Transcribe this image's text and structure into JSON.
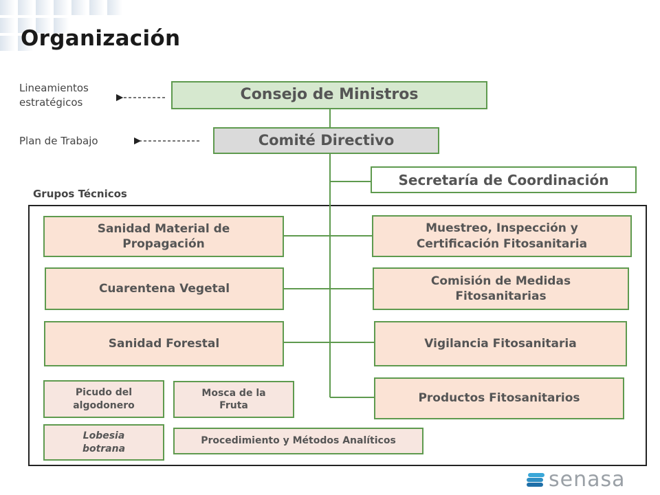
{
  "title": "Organización",
  "side_labels": {
    "lineamientos": "Lineamientos\nestratégicos",
    "plan": "Plan de Trabajo"
  },
  "groups_label": "Grupos Técnicos",
  "nodes": {
    "consejo": "Consejo de Ministros",
    "comite": "Comité Directivo",
    "secretaria": "Secretaría de Coordinación",
    "sanidad_material": "Sanidad Material de Propagación",
    "cuarentena": "Cuarentena Vegetal",
    "sanidad_forestal": "Sanidad Forestal",
    "picudo": "Picudo del algodonero",
    "mosca": "Mosca de la Fruta",
    "lobesia": "Lobesia botrana",
    "procedimiento": "Procedimiento y Métodos Analíticos",
    "muestreo": "Muestreo, Inspección y Certificación Fitosanitaria",
    "comision": "Comisión de Medidas Fitosanitarias",
    "vigilancia": "Vigilancia Fitosanitaria",
    "productos": "Productos Fitosanitarios"
  },
  "logo": {
    "text": "senasa",
    "icon": "senasa-logo-icon"
  },
  "colors": {
    "connector": "#5e9a4e",
    "green_fill": "#d6e8cf",
    "grey_fill": "#dadada",
    "peach_fill": "#fbe3d5",
    "frame": "#222222"
  }
}
